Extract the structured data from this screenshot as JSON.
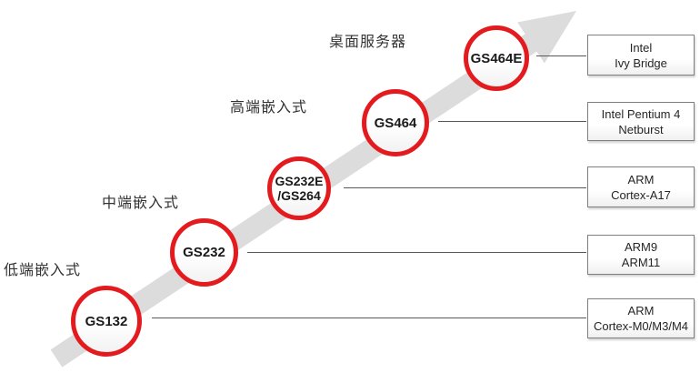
{
  "diagram": {
    "tiers": [
      {
        "label": "低端嵌入式"
      },
      {
        "label": "中端嵌入式"
      },
      {
        "label": "高端嵌入式"
      },
      {
        "label": "桌面服务器"
      }
    ],
    "nodes": [
      {
        "name": "GS132",
        "name2": "",
        "box_line1": "ARM",
        "box_line2": "Cortex-M0/M3/M4"
      },
      {
        "name": "GS232",
        "name2": "",
        "box_line1": "ARM9",
        "box_line2": "ARM11"
      },
      {
        "name": "GS232E",
        "name2": "/GS264",
        "box_line1": "ARM",
        "box_line2": "Cortex-A17"
      },
      {
        "name": "GS464",
        "name2": "",
        "box_line1": "Intel Pentium 4",
        "box_line2": "Netburst"
      },
      {
        "name": "GS464E",
        "name2": "",
        "box_line1": "Intel",
        "box_line2": "Ivy Bridge"
      }
    ],
    "colors": {
      "circle_border": "#e41b1e",
      "arrow_fill_light": "#e7e7e7",
      "arrow_fill_dark": "#d0d0d1",
      "connector": "#595959",
      "box_border": "#7f7f7f"
    }
  }
}
